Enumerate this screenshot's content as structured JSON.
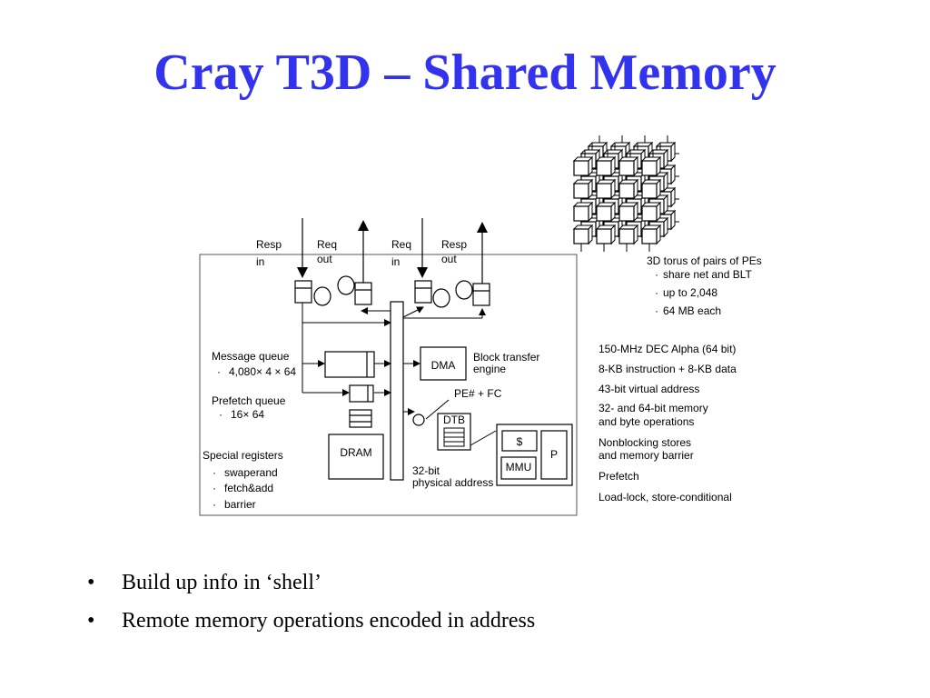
{
  "title": "Cray T3D – Shared Memory",
  "network_ports": {
    "resp_in": [
      "Resp",
      "in"
    ],
    "req_out": [
      "Req",
      "out"
    ],
    "req_in": [
      "Req",
      "in"
    ],
    "resp_out": [
      "Resp",
      "out"
    ]
  },
  "torus": {
    "caption": "3D torus of pairs of PEs",
    "items": [
      "share net and BLT",
      "up to 2,048",
      "64 MB each"
    ]
  },
  "message_queue": {
    "label": "Message queue",
    "size": "4,080× 4 × 64"
  },
  "prefetch_queue": {
    "label": "Prefetch queue",
    "size": "16× 64"
  },
  "special_registers": {
    "label": "Special registers",
    "items": [
      "swaperand",
      "fetch&add",
      "barrier"
    ]
  },
  "dram_label": "DRAM",
  "dma_label": "DMA",
  "block_transfer": [
    "Block transfer",
    "engine"
  ],
  "pe_fc": "PE# + FC",
  "dtb_label": "DTB",
  "cache_label": "$",
  "processor_label": "P",
  "mmu_label": "MMU",
  "physical_address": [
    "32-bit",
    "physical address"
  ],
  "alpha_features": [
    [
      "150-MHz DEC Alpha (64 bit)"
    ],
    [
      "8-KB instruction + 8-KB data"
    ],
    [
      "43-bit virtual address"
    ],
    [
      "32- and 64-bit memory",
      "and byte operations"
    ],
    [
      "Nonblocking stores",
      "and memory barrier"
    ],
    [
      "Prefetch"
    ],
    [
      "Load-lock, store-conditional"
    ]
  ],
  "bullets": [
    "Build up info in ‘shell’",
    "Remote memory operations encoded in address"
  ]
}
